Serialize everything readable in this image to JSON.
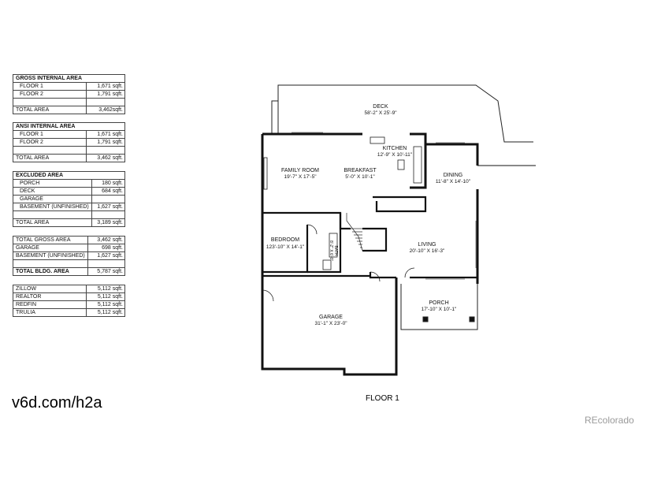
{
  "tables": {
    "gross_internal": {
      "title": "GROSS INTERNAL AREA",
      "rows": [
        {
          "label": "FLOOR 1",
          "value": "1,671 sqft."
        },
        {
          "label": "FLOOR 2",
          "value": "1,791 sqft."
        }
      ],
      "total": {
        "label": "TOTAL AREA",
        "value": "3,462sqft."
      }
    },
    "ansi_internal": {
      "title": "ANSI INTERNAL AREA",
      "rows": [
        {
          "label": "FLOOR 1",
          "value": "1,671 sqft."
        },
        {
          "label": "FLOOR 2",
          "value": "1,791 sqft."
        }
      ],
      "total": {
        "label": "TOTAL AREA",
        "value": "3,462 sqft."
      }
    },
    "excluded": {
      "title": "EXCLUDED AREA",
      "rows": [
        {
          "label": "PORCH",
          "value": "180 sqft."
        },
        {
          "label": "DECK",
          "value": "684 sqft."
        },
        {
          "label": "GARAGE",
          "value": ""
        },
        {
          "label": "BASEMENT (UNFINISHED)",
          "value": "1,627 sqft."
        }
      ],
      "total": {
        "label": "TOTAL AREA",
        "value": "3,189 sqft."
      }
    },
    "summary": {
      "rows": [
        {
          "label": "TOTAL GROSS AREA",
          "value": "3,462 sqft."
        },
        {
          "label": "GARAGE",
          "value": "698 sqft."
        },
        {
          "label": "BASEMENT (UNFINISHED)",
          "value": "1,627 sqft."
        }
      ],
      "total": {
        "label": "TOTAL BLDG. AREA",
        "value": "5,787 sqft."
      }
    },
    "listings": {
      "rows": [
        {
          "label": "ZILLOW",
          "value": "5,112 sqft."
        },
        {
          "label": "REALTOR",
          "value": "5,112 sqft."
        },
        {
          "label": "REDFIN",
          "value": "5,112 sqft."
        },
        {
          "label": "TRULIA",
          "value": "5,112 sqft."
        }
      ]
    }
  },
  "web_link": "v6d.com/h2a",
  "floor_label": "FLOOR 1",
  "brand": "REcolorado",
  "rooms": {
    "deck": {
      "name": "DECK",
      "dims": "58'-2\" X 25'-9\""
    },
    "kitchen": {
      "name": "KITCHEN",
      "dims": "12'-9\" X 10'-11\""
    },
    "family_room": {
      "name": "FAMILY ROOM",
      "dims": "19'-7\" X 17'-5\""
    },
    "breakfast": {
      "name": "BREAKFAST",
      "dims": "5'-0\" X 10'-1\""
    },
    "dining": {
      "name": "DINING",
      "dims": "11'-8\" X 14'-10\""
    },
    "bedroom": {
      "name": "BEDROOM",
      "dims": "123'-10\" X 14'-1\""
    },
    "bath": {
      "name": "BATH",
      "dims": "8'-2\" X 6'-0\""
    },
    "living": {
      "name": "LIVING",
      "dims": "20'-10\" X 16'-3\""
    },
    "porch": {
      "name": "PORCH",
      "dims": "17'-10\" X 10'-1\""
    },
    "garage": {
      "name": "GARAGE",
      "dims": "31'-1\" X 23'-0\""
    }
  }
}
